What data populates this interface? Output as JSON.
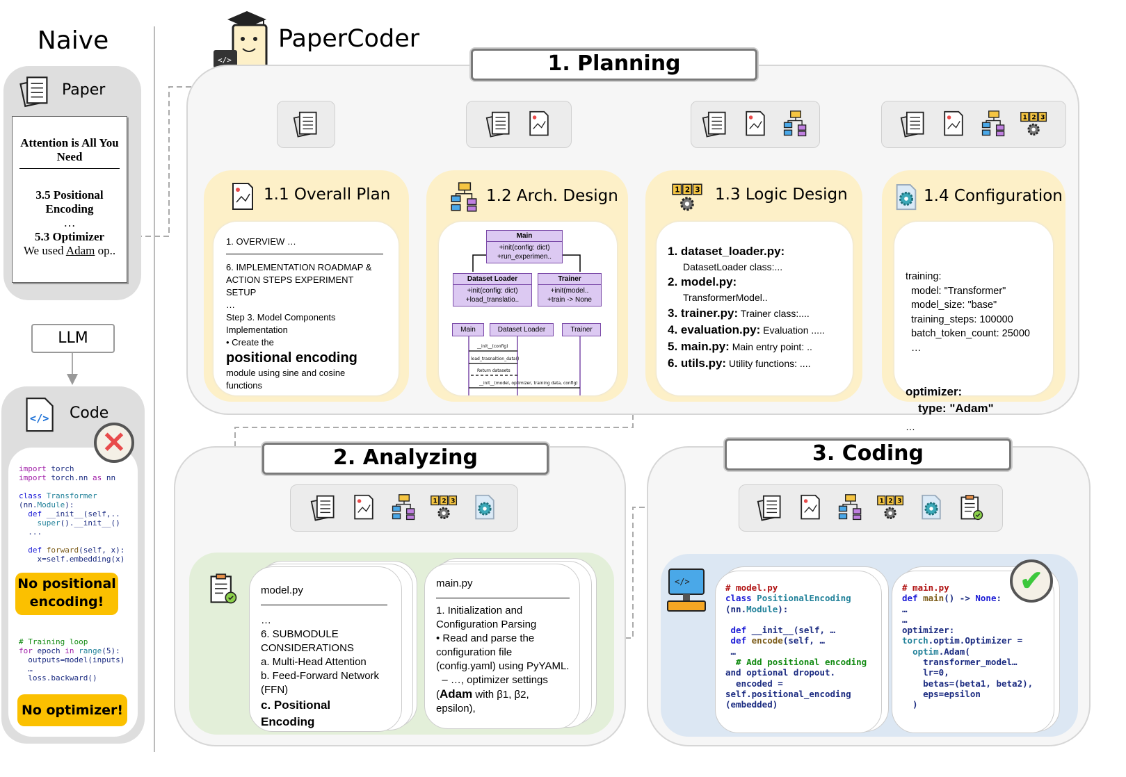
{
  "naive": {
    "title": "Naive",
    "paper_label": "Paper",
    "paper_title": "Attention is All You Need",
    "section_1": "3.5 Positional Encoding",
    "ellipsis": "…",
    "section_2": "5.3 Optimizer",
    "sentence_pre": "We used ",
    "sentence_link": "Adam",
    "sentence_post": " op..",
    "llm_label": "LLM",
    "code_label": "Code",
    "code_lines_1": [
      "import torch",
      "import torch.nn as nn",
      "",
      "class Transformer",
      "(nn.Module):",
      "  def __init__(self,..",
      "    super().__init__()",
      "  ...",
      "",
      "  def forward(self, x):",
      "    x=self.embedding(x)"
    ],
    "callout_1": "No positional encoding!",
    "code_lines_2": [
      "# Training loop",
      "for epoch in range(5):",
      "  outputs=model(inputs)",
      "  …",
      "  loss.backward()"
    ],
    "callout_2": "No optimizer!"
  },
  "brand": {
    "title": "PaperCoder"
  },
  "planning": {
    "title": "1. Planning",
    "overall_plan": {
      "title": "1.1 Overall Plan",
      "lines": [
        "1. OVERVIEW …",
        "6. IMPLEMENTATION ROADMAP & ACTION STEPS EXPERIMENT SETUP",
        "…",
        "Step 3. Model Components Implementation",
        "• Create the"
      ],
      "highlight": "positional encoding",
      "tail": "module using sine and cosine functions"
    },
    "arch_design": {
      "title": "1.2 Arch. Design",
      "classes": [
        {
          "name": "Main",
          "methods": [
            "+init(config: dict)",
            "+run_experimen.."
          ]
        },
        {
          "name": "Dataset Loader",
          "methods": [
            "+init(config: dict)",
            "+load_translatio.."
          ]
        },
        {
          "name": "Trainer",
          "methods": [
            "+init(model..",
            "+train -> None"
          ]
        }
      ],
      "sequence_actors": [
        "Main",
        "Dataset Loader",
        "Trainer"
      ],
      "messages": [
        "__init__(config)",
        "load_trasnaltion_data()",
        "Return datasets",
        "__init__(model, optimizer, training data, config)"
      ]
    },
    "logic_design": {
      "title": "1.3 Logic Design",
      "items": [
        {
          "num": "1.",
          "file": "dataset_loader.py:",
          "desc": "DatasetLoader class:..."
        },
        {
          "num": "2.",
          "file": "model.py:",
          "desc": "TransformerModel.."
        },
        {
          "num": "3.",
          "file": "trainer.py:",
          "desc": "Trainer class:...."
        },
        {
          "num": "4.",
          "file": "evaluation.py:",
          "desc": "Evaluation ....."
        },
        {
          "num": "5.",
          "file": "main.py:",
          "desc": "Main entry point: .."
        },
        {
          "num": "6.",
          "file": "utils.py:",
          "desc": "Utility functions: ...."
        }
      ]
    },
    "configuration": {
      "title": "1.4 Configuration",
      "lines": [
        "training:",
        "  model: \"Transformer\"",
        "  model_size: \"base\"",
        "  training_steps: 100000",
        "  batch_token_count: 25000",
        "  …"
      ],
      "optimizer_key": "optimizer:",
      "optimizer_type": "type: \"Adam\"",
      "tail": "…"
    }
  },
  "analyzing": {
    "title": "2. Analyzing",
    "model_card": {
      "file": "model.py",
      "lines": [
        "…",
        "6. SUBMODULE CONSIDERATIONS",
        "a.  Multi-Head Attention",
        "b.  Feed-Forward Network (FFN)"
      ],
      "highlight": "c.  Positional Encoding"
    },
    "main_card": {
      "file": "main.py",
      "lines": [
        "1. Initialization and Configuration Parsing",
        "• Read and parse the configuration file (config.yaml) using PyYAML.",
        "  – …, optimizer settings"
      ],
      "highlight_pre": "(",
      "highlight": "Adam",
      "highlight_post": " with β1, β2, epsilon),"
    }
  },
  "coding": {
    "title": "3. Coding",
    "model_code": [
      "# model.py",
      "class PositionalEncoding",
      "(nn.Module):",
      "",
      " def __init__(self, …",
      " def encode(self, …",
      " …",
      "  # Add positional encoding",
      "and optional dropout.",
      "  encoded =",
      "self.positional_encoding",
      "(embedded)"
    ],
    "main_code": [
      "# main.py",
      "def main() -> None:",
      "…",
      "…",
      "optimizer:",
      "torch.optim.Optimizer =",
      "  optim.Adam(",
      "    transformer_model…",
      "    lr=0,",
      "    betas=(beta1, beta2),",
      "    eps=epsilon",
      "  )"
    ]
  },
  "colors": {
    "yellow_card": "#fdf0c8",
    "green_area": "#e3efd9",
    "blue_area": "#dce7f3",
    "uml_fill": "#dcc9f2",
    "callout": "#fbc000",
    "fail": "#e84b4b",
    "success": "#3cc83c"
  }
}
